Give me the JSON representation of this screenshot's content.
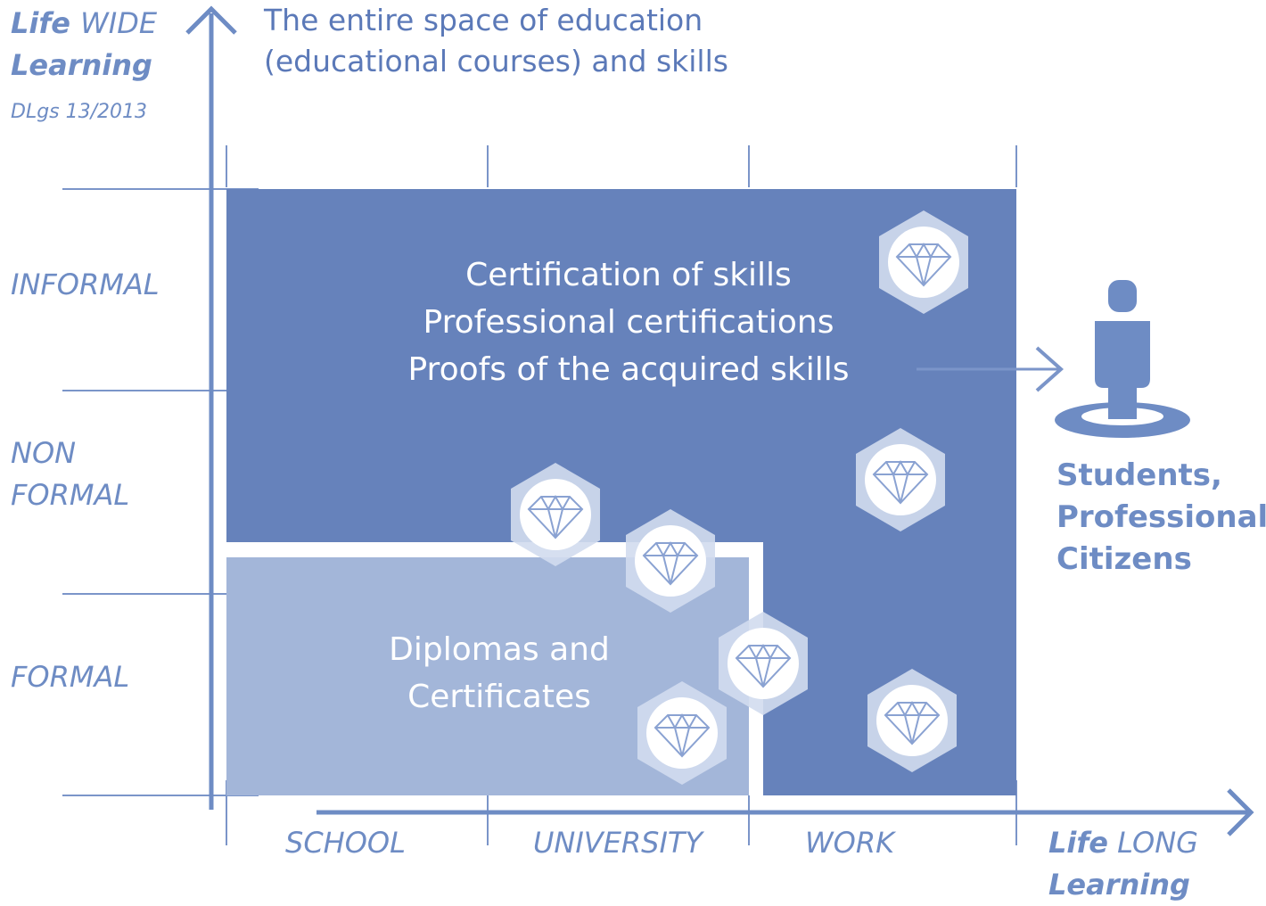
{
  "axis_labels": {
    "life_wide_1": "Life",
    "life_wide_2": "WIDE",
    "life_wide_3": "Learning",
    "decree": "DLgs 13/2013",
    "life_long_1": "Life",
    "life_long_2": "LONG",
    "life_long_3": "Learning"
  },
  "header": {
    "line1": "The entire space of education",
    "line2": "(educational courses) and skills"
  },
  "rows": {
    "informal": "INFORMAL",
    "non_formal_1": "NON",
    "non_formal_2": "FORMAL",
    "formal": "FORMAL"
  },
  "columns": {
    "school": "SCHOOL",
    "university": "UNIVERSITY",
    "work": "WORK"
  },
  "regions": {
    "certification_1": "Certification of skills",
    "certification_2": "Professional certifications",
    "certification_3": "Proofs of the acquired skills",
    "diplomas_1": "Diplomas and",
    "diplomas_2": "Certificates"
  },
  "audience": {
    "line1": "Students,",
    "line2": "Professionals,",
    "line3": "Citizens"
  },
  "icons": [
    "diamond-icon",
    "person-icon",
    "arrow-right-icon"
  ],
  "colors": {
    "dark_region": "#6682bb",
    "light_region": "#a3b6d9",
    "axis": "#6e8cc4",
    "text": "#5b79b8"
  }
}
